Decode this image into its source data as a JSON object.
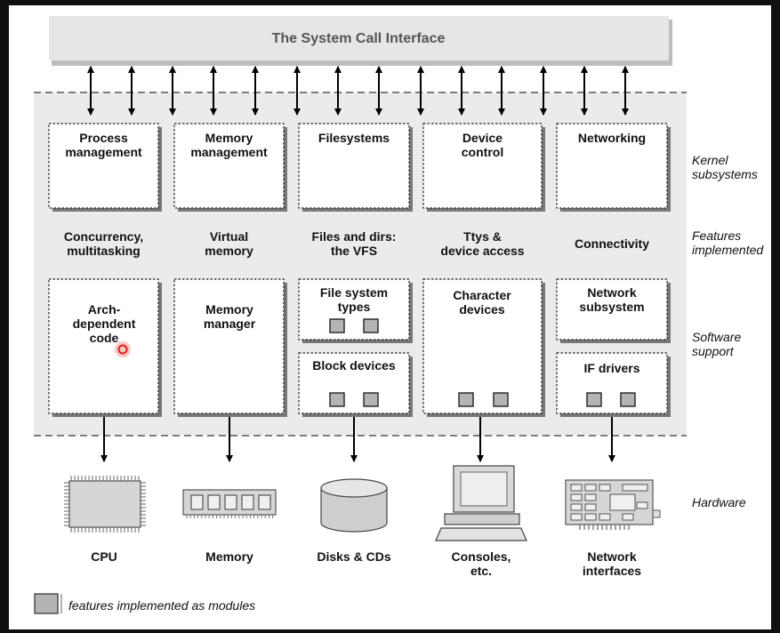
{
  "syscall_interface": "The System Call Interface",
  "columns": [
    {
      "subsystem": [
        "Process",
        "management"
      ],
      "feature": [
        "Concurrency,",
        "multitasking"
      ],
      "support_top": [
        "Arch-",
        "dependent",
        "code"
      ],
      "hardware": [
        "CPU"
      ]
    },
    {
      "subsystem": [
        "Memory",
        "management"
      ],
      "feature": [
        "Virtual",
        "memory"
      ],
      "support_top": [
        "Memory",
        "manager"
      ],
      "hardware": [
        "Memory"
      ]
    },
    {
      "subsystem": [
        "Filesystems"
      ],
      "feature": [
        "Files and dirs:",
        "the VFS"
      ],
      "support_top": [
        "File system",
        "types"
      ],
      "support_bottom": [
        "Block devices"
      ],
      "hardware": [
        "Disks & CDs"
      ]
    },
    {
      "subsystem": [
        "Device",
        "control"
      ],
      "feature": [
        "Ttys &",
        "device access"
      ],
      "support_top": [
        "Character",
        "devices"
      ],
      "hardware": [
        "Consoles,",
        "etc."
      ]
    },
    {
      "subsystem": [
        "Networking"
      ],
      "feature": [
        "Connectivity"
      ],
      "support_top": [
        "Network",
        "subsystem"
      ],
      "support_bottom": [
        "IF drivers"
      ],
      "hardware": [
        "Network",
        "interfaces"
      ]
    }
  ],
  "row_labels": {
    "kernel": [
      "Kernel",
      "subsystems"
    ],
    "features": [
      "Features",
      "implemented"
    ],
    "software": [
      "Software",
      "support"
    ],
    "hardware": [
      "Hardware"
    ]
  },
  "legend": "features implemented as modules",
  "icons": [
    "cpu-chip-icon",
    "memory-module-icon",
    "disk-cylinder-icon",
    "console-computer-icon",
    "network-card-icon"
  ],
  "colors": {
    "band": "#ebebeb",
    "syscall_bar": "#e6e6e6",
    "module_square": "#b4b4b4",
    "cursor_marker": "#e0201a"
  }
}
